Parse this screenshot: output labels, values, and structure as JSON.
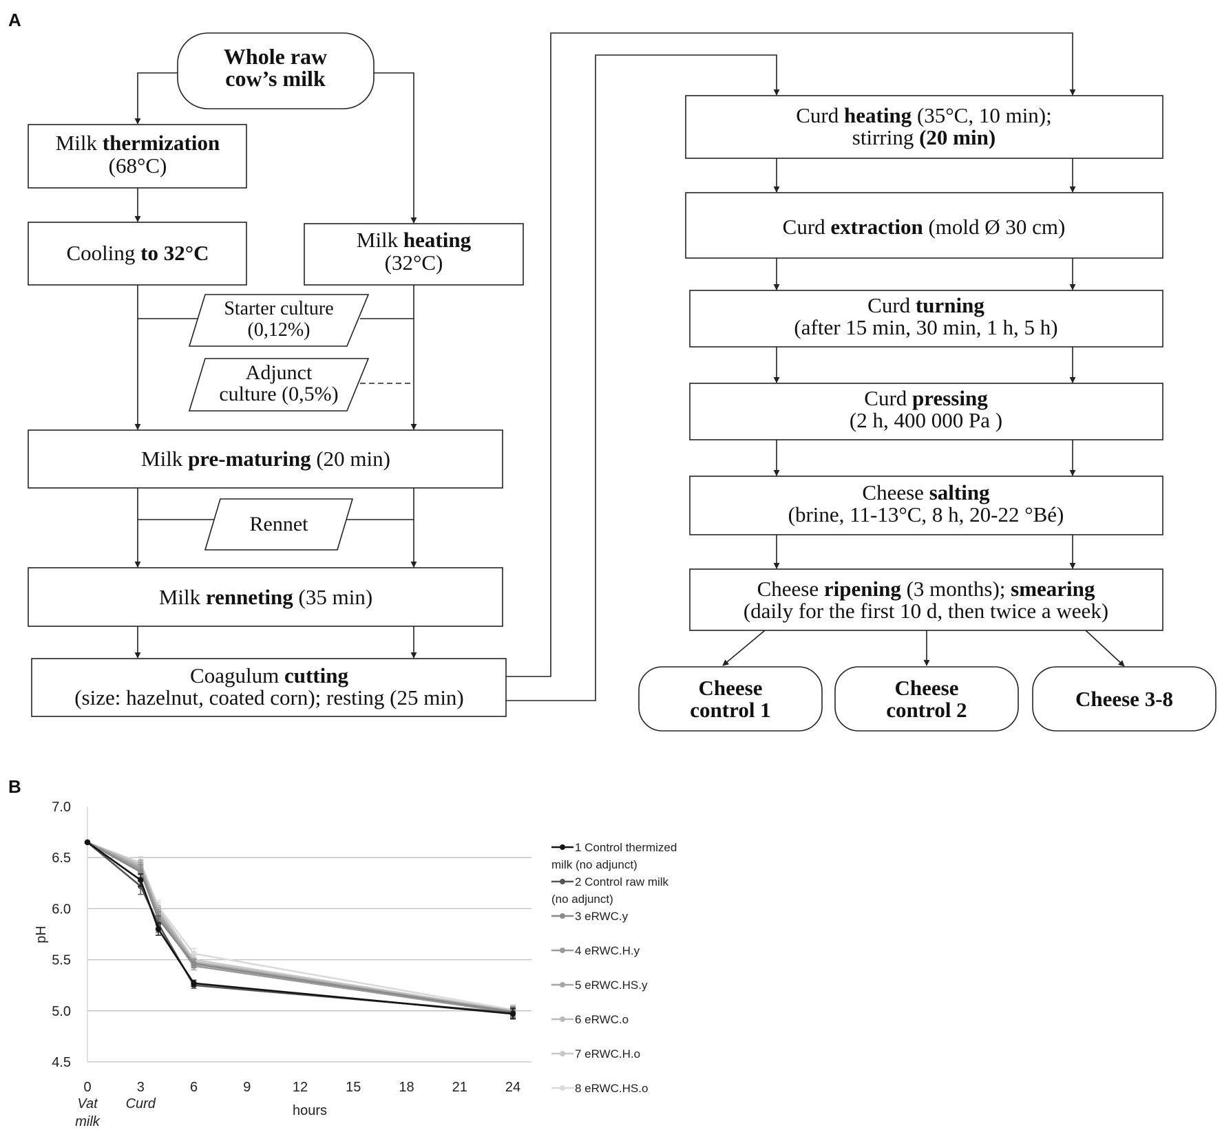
{
  "panel_a": {
    "letter": "A",
    "start": [
      "Whole raw",
      "cow’s milk"
    ],
    "thermization": [
      [
        "Milk ",
        "thermization"
      ],
      [
        "(68°C)"
      ]
    ],
    "cooling": [
      [
        "Cooling",
        " to 32°C"
      ]
    ],
    "heating": [
      [
        "Milk ",
        "heating"
      ],
      [
        "(32°C)"
      ]
    ],
    "starter": [
      "Starter culture",
      "(0,12%)"
    ],
    "adjunct": [
      "Adjunct",
      "culture (0,5%)"
    ],
    "prematuring": [
      [
        "Milk ",
        "pre-maturing",
        " (20 min)"
      ]
    ],
    "rennet": [
      "Rennet"
    ],
    "renneting": [
      [
        "Milk ",
        "renneting",
        " (35 min)"
      ]
    ],
    "cutting": [
      [
        "Coagulum ",
        "cutting"
      ],
      [
        "(size: hazelnut, coated corn); resting (25 min)"
      ]
    ],
    "curd_heating": [
      [
        "Curd ",
        "heating",
        " (35°C, 10 min);"
      ],
      [
        "stirring",
        " (20 min)"
      ]
    ],
    "extraction": [
      [
        "Curd ",
        "extraction",
        " (mold Ø 30 cm)"
      ]
    ],
    "turning": [
      [
        "Curd ",
        "turning"
      ],
      [
        "(after 15 min, 30 min, 1 h, 5 h)"
      ]
    ],
    "pressing": [
      [
        "Curd ",
        "pressing"
      ],
      [
        "(2 h,  400 000 Pa )"
      ]
    ],
    "salting": [
      [
        "Cheese ",
        "salting"
      ],
      [
        "(brine, 11-13°C, 8 h, 20-22 °Bé)"
      ]
    ],
    "ripening": [
      [
        "Cheese ",
        "ripening",
        " (3 months); ",
        "smearing"
      ],
      [
        "(daily for the first 10 d, then twice a week)"
      ]
    ],
    "end1": [
      "Cheese",
      "control 1"
    ],
    "end2": [
      "Cheese",
      "control 2"
    ],
    "end3": [
      "Cheese 3-8"
    ]
  },
  "chart_data": {
    "panel_letter": "B",
    "type": "line",
    "xlabel": "hours",
    "ylabel": "pH",
    "xlim": [
      0,
      24
    ],
    "ylim": [
      4.5,
      7.0
    ],
    "x_ticks": [
      0,
      3,
      6,
      9,
      12,
      15,
      18,
      21,
      24
    ],
    "y_ticks": [
      "4.5",
      "5.0",
      "5.5",
      "6.0",
      "6.5",
      "7.0"
    ],
    "x_annotations": [
      {
        "at": 0,
        "text": [
          "Vat",
          "milk"
        ]
      },
      {
        "at": 3,
        "text": [
          "Curd"
        ]
      }
    ],
    "grid": "horizontal",
    "legend_position": "right",
    "x": [
      0,
      3,
      4,
      6,
      24
    ],
    "series": [
      {
        "name": [
          "1 Control thermized",
          "milk (no adjunct)"
        ],
        "color": "#141414",
        "values": [
          6.65,
          6.28,
          5.8,
          5.27,
          4.97
        ],
        "err": [
          0,
          0.06,
          0.06,
          0.03,
          0.05
        ]
      },
      {
        "name": [
          "2 Control raw milk",
          "(no adjunct)"
        ],
        "color": "#555555",
        "values": [
          6.65,
          6.22,
          5.85,
          5.25,
          4.98
        ],
        "err": [
          0,
          0.08,
          0.08,
          0.03,
          0.05
        ]
      },
      {
        "name": [
          "3 eRWC.y"
        ],
        "color": "#8a8a8a",
        "values": [
          6.65,
          6.36,
          5.9,
          5.46,
          4.99
        ],
        "err": [
          0,
          0.07,
          0.07,
          0.04,
          0.05
        ]
      },
      {
        "name": [
          "4 eRWC.H.y"
        ],
        "color": "#999999",
        "values": [
          6.65,
          6.38,
          5.93,
          5.44,
          4.98
        ],
        "err": [
          0,
          0.07,
          0.06,
          0.04,
          0.05
        ]
      },
      {
        "name": [
          "5 eRWC.HS.y"
        ],
        "color": "#a6a6a6",
        "values": [
          6.65,
          6.4,
          5.95,
          5.47,
          4.99
        ],
        "err": [
          0,
          0.07,
          0.06,
          0.04,
          0.05
        ]
      },
      {
        "name": [
          "6 eRWC.o"
        ],
        "color": "#b8b8b8",
        "values": [
          6.65,
          6.42,
          5.97,
          5.48,
          5.0
        ],
        "err": [
          0,
          0.06,
          0.06,
          0.04,
          0.05
        ]
      },
      {
        "name": [
          "7 eRWC.H.o"
        ],
        "color": "#c8c8c8",
        "values": [
          6.65,
          6.44,
          6.0,
          5.5,
          5.0
        ],
        "err": [
          0,
          0.06,
          0.06,
          0.04,
          0.05
        ]
      },
      {
        "name": [
          "8 eRWC.HS.o"
        ],
        "color": "#dadada",
        "values": [
          6.65,
          6.45,
          6.02,
          5.56,
          5.01
        ],
        "err": [
          0,
          0.06,
          0.06,
          0.05,
          0.05
        ]
      }
    ]
  }
}
